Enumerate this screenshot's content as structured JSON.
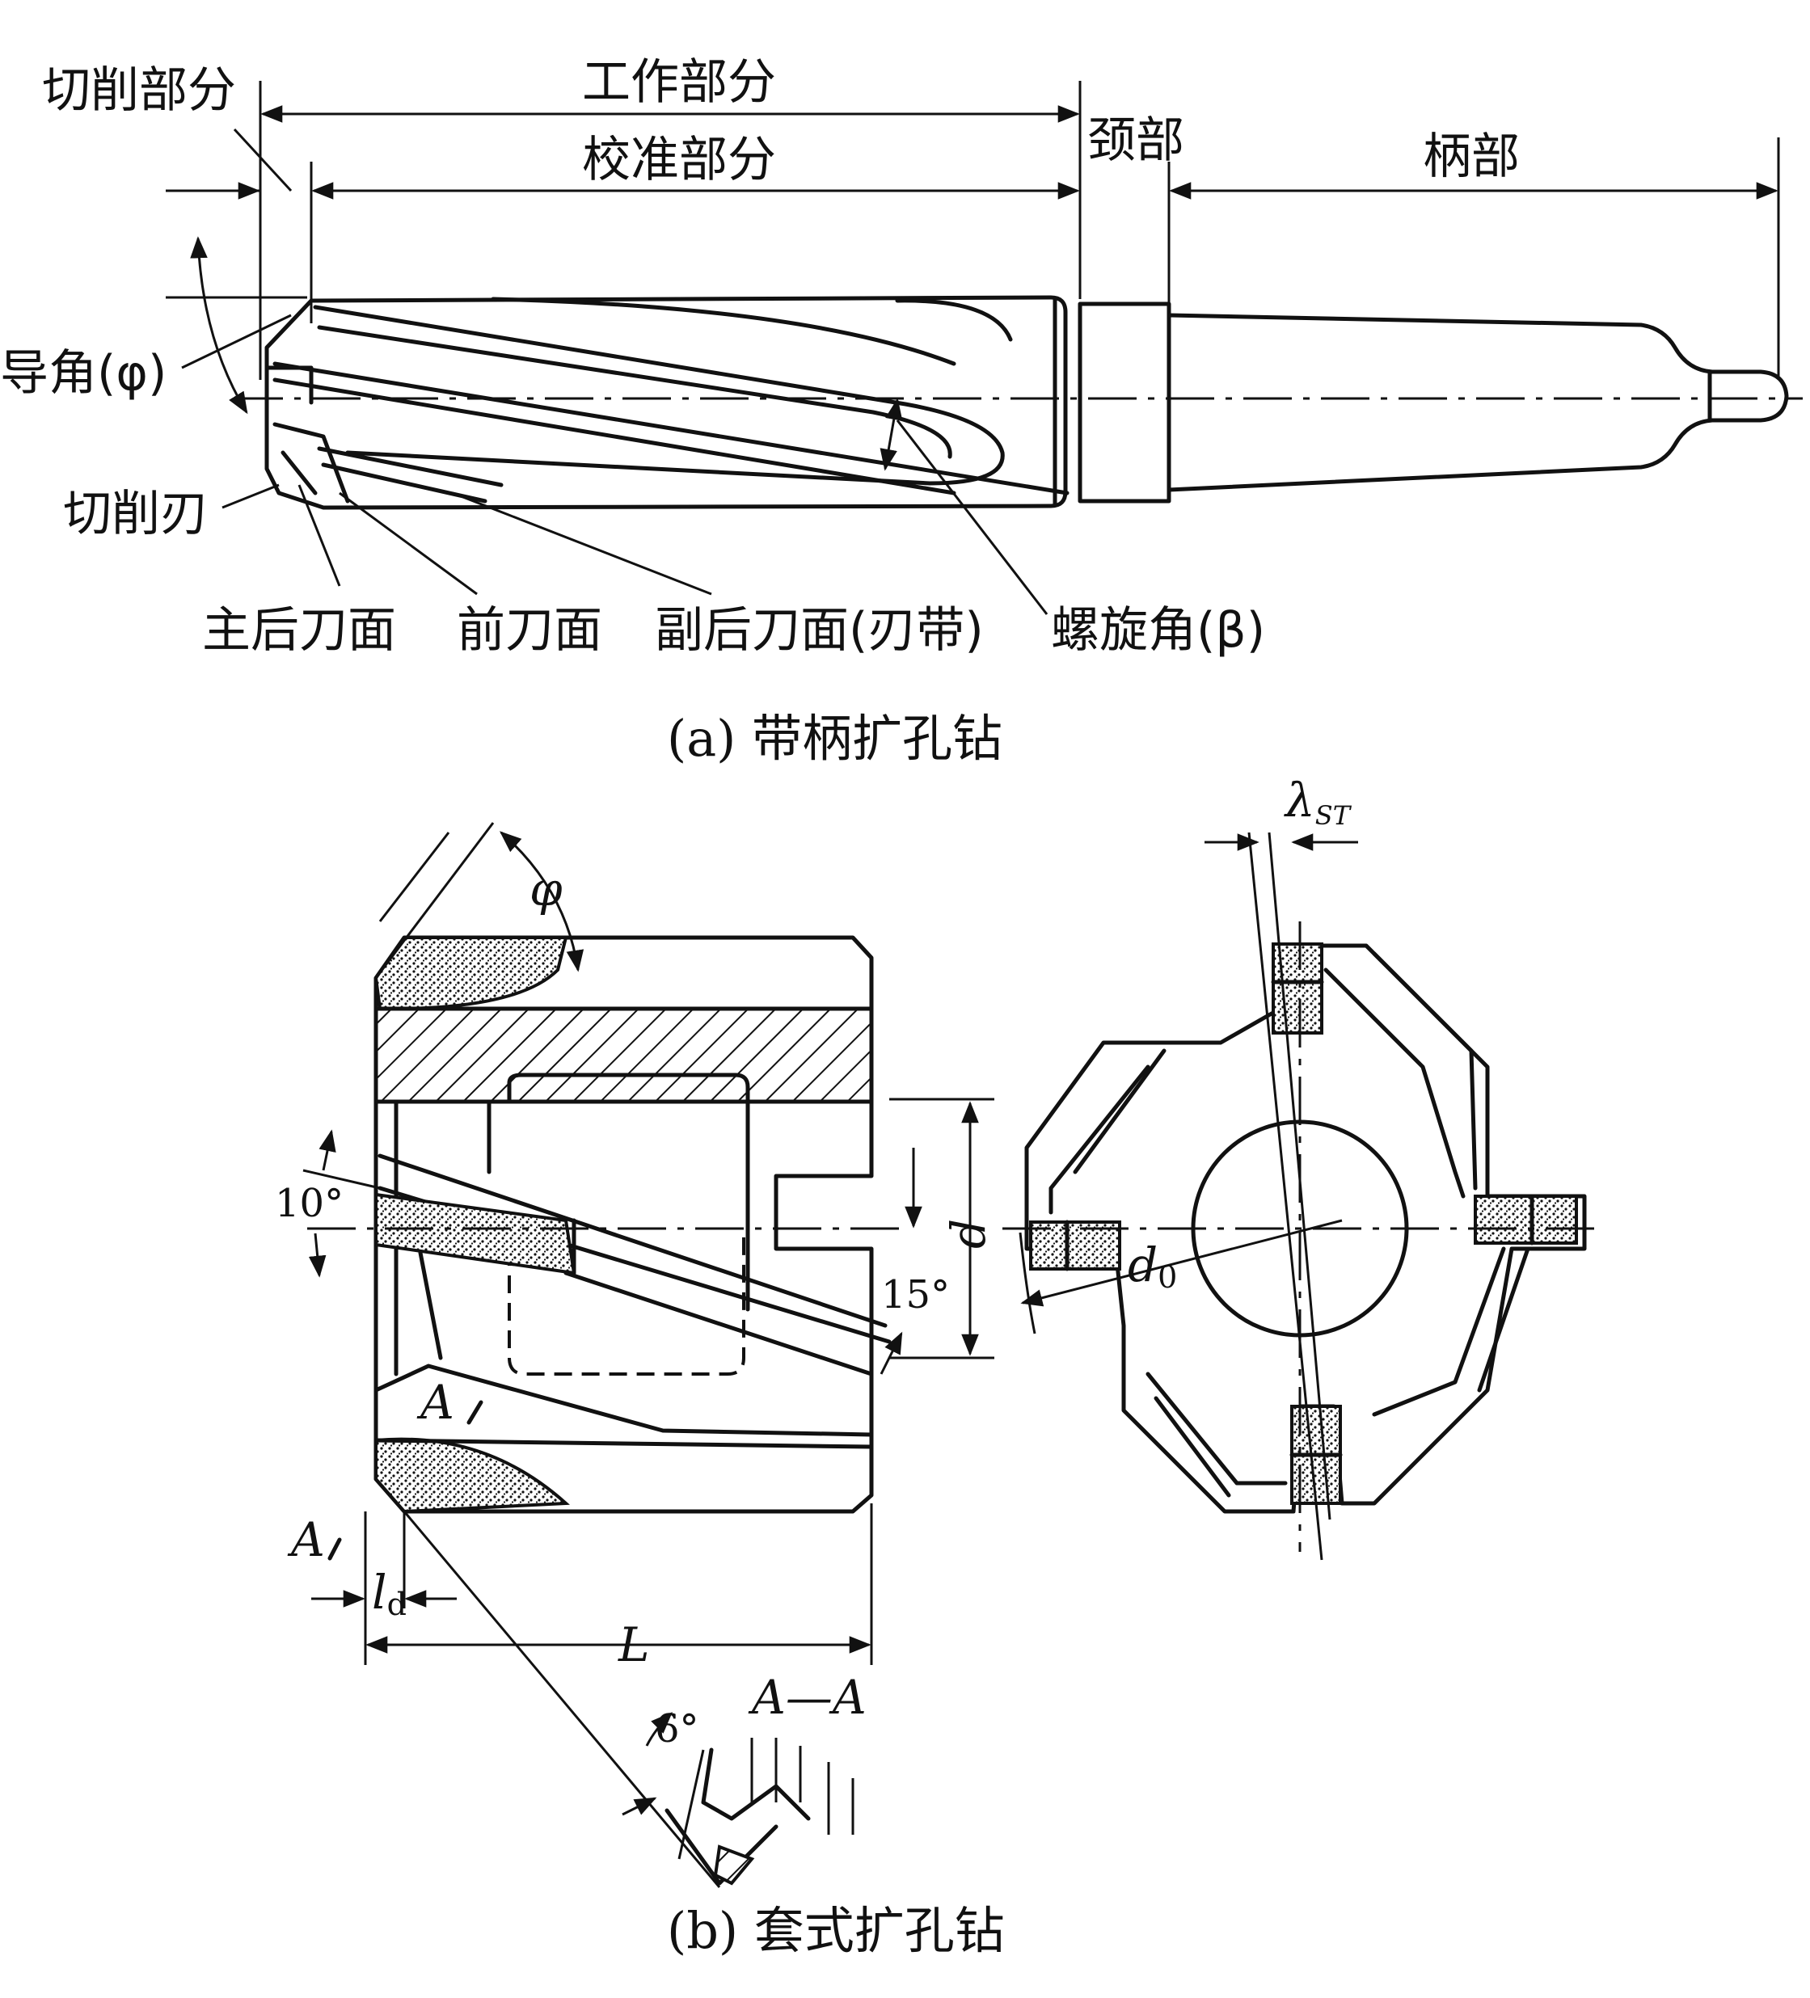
{
  "part_a": {
    "labels": {
      "cutting_part": "切削部分",
      "working_part": "工作部分",
      "calibrating_part": "校准部分",
      "neck": "颈部",
      "shank": "柄部",
      "lead_angle": "导角(φ)",
      "cutting_edge": "切削刃",
      "main_flank": "主后刀面",
      "rake_face": "前刀面",
      "secondary_flank": "副后刀面(刃带)",
      "helix_angle": "螺旋角(β)"
    },
    "caption": "(a) 带柄扩孔钻"
  },
  "part_b": {
    "labels": {
      "phi": "φ",
      "angle_10": "10°",
      "angle_15": "15°",
      "angle_6": "6°",
      "d": "d",
      "d0_main": "d",
      "d0_sub": "0",
      "ld_main": "l",
      "ld_sub": "d",
      "L": "L",
      "A_mark": "A",
      "A_mark_2": "A",
      "section": "A—A",
      "lambda_main": "λ",
      "lambda_sub": "ST"
    },
    "caption": "(b) 套式扩孔钻"
  }
}
